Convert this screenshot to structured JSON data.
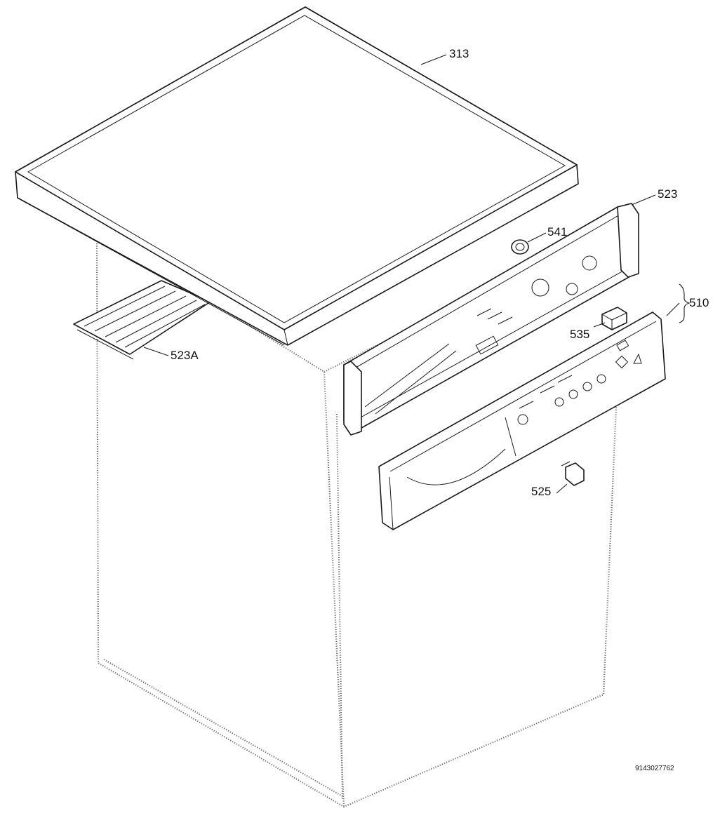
{
  "diagram": {
    "parts": [
      {
        "id": "top-lid",
        "label": "313"
      },
      {
        "id": "control-bracket",
        "label": "523"
      },
      {
        "id": "knob-bushing",
        "label": "541"
      },
      {
        "id": "panel-assembly",
        "label": "510"
      },
      {
        "id": "indicator-lens",
        "label": "535"
      },
      {
        "id": "side-rail",
        "label": "523A"
      },
      {
        "id": "door-knob",
        "label": "525"
      }
    ],
    "document_number": "9143027762"
  }
}
